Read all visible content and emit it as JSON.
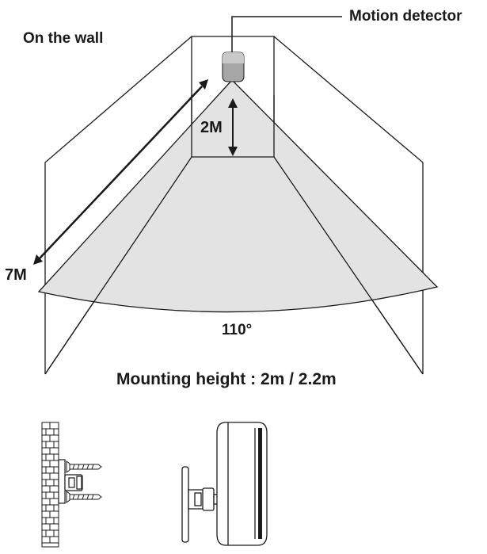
{
  "labels": {
    "on_the_wall": "On the wall",
    "motion_detector": "Motion detector",
    "height_2m": "2M",
    "range_7m": "7M",
    "angle": "110°",
    "mounting_height": "Mounting height : 2m / 2.2m"
  },
  "colors": {
    "line": "#1a1a1a",
    "coverage_fill": "#e3e3e3",
    "sensor_body": "#a6a6a6"
  }
}
